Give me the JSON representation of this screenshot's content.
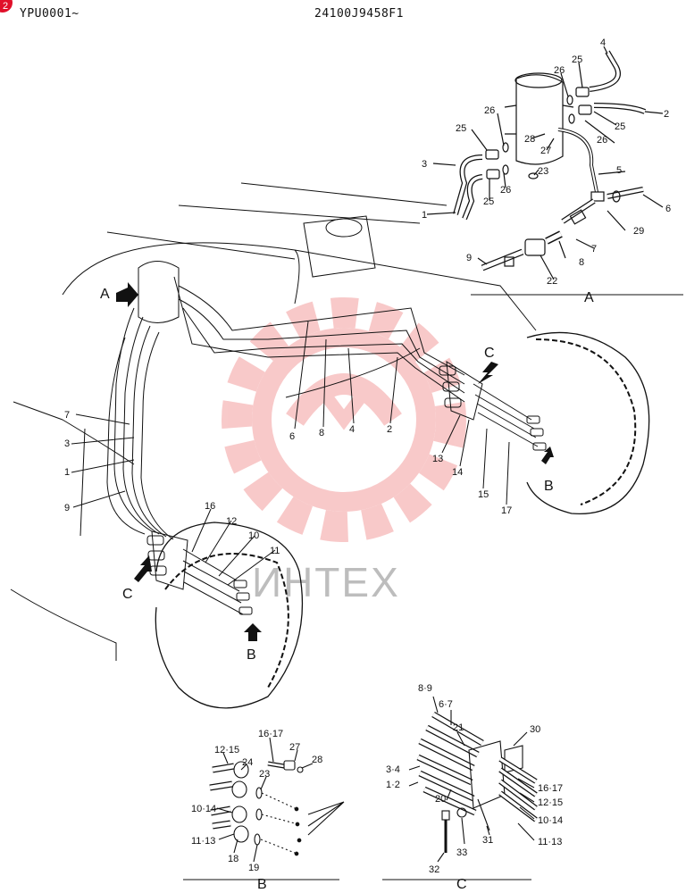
{
  "header": {
    "serial_range": "YPU0001~",
    "part_number": "24100J9458F1",
    "page_badge": "2"
  },
  "watermark": {
    "text": "ИНТЕХ",
    "color": "#f08a8a"
  },
  "views": {
    "A": "A",
    "B": "B",
    "C": "C"
  },
  "main_labels": {
    "l7": "7",
    "l3": "3",
    "l1": "1",
    "l9": "9",
    "l6": "6",
    "l8": "8",
    "l4": "4",
    "l2": "2",
    "l13": "13",
    "l14": "14",
    "l15": "15",
    "l17": "17",
    "l16": "16",
    "l12": "12",
    "l10": "10",
    "l11": "11"
  },
  "view_a_labels": {
    "a4": "4",
    "a25t": "25",
    "a26t": "26",
    "a2": "2",
    "a25r": "25",
    "a26l": "26",
    "a25l": "25",
    "a28": "28",
    "a27": "27",
    "a26r": "26",
    "a3": "3",
    "a23": "23",
    "a5": "5",
    "a26b": "26",
    "a25b": "25",
    "a6": "6",
    "a1": "1",
    "a29": "29",
    "a7": "7",
    "a9": "9",
    "a8": "8",
    "a22": "22"
  },
  "view_b_labels": {
    "b1617": "16·17",
    "b27": "27",
    "b28": "28",
    "b1215": "12·15",
    "b24": "24",
    "b23": "23",
    "b1014": "10·14",
    "b1113": "11·13",
    "b18": "18",
    "b19": "19"
  },
  "view_c_labels": {
    "c89": "8·9",
    "c67": "6·7",
    "c30": "30",
    "c21": "21",
    "c34": "3·4",
    "c12": "1·2",
    "c20": "20",
    "c1617": "16·17",
    "c1215": "12·15",
    "c1014": "10·14",
    "c31": "31",
    "c1113": "11·13",
    "c33": "33",
    "c32": "32"
  }
}
